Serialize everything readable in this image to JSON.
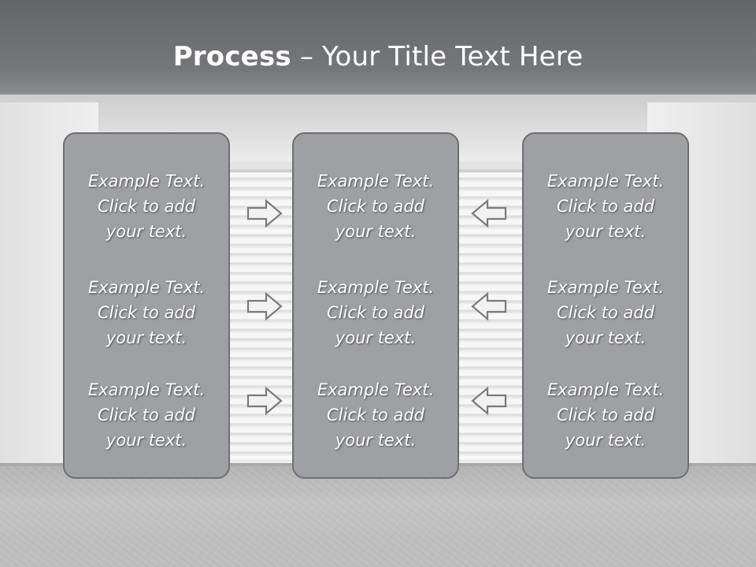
{
  "title": {
    "bold": "Process",
    "rest": " – Your Title Text Here"
  },
  "columns": [
    {
      "items": [
        {
          "line1": "Example Text.",
          "line2": "Click  to add",
          "line3": "your text."
        },
        {
          "line1": "Example Text.",
          "line2": "Click  to add",
          "line3": "your text."
        },
        {
          "line1": "Example Text.",
          "line2": "Click  to add",
          "line3": "your text."
        }
      ]
    },
    {
      "items": [
        {
          "line1": "Example Text.",
          "line2": "Click  to add",
          "line3": "your text."
        },
        {
          "line1": "Example Text.",
          "line2": "Click  to add",
          "line3": "your text."
        },
        {
          "line1": "Example Text.",
          "line2": "Click  to add",
          "line3": "your text."
        }
      ]
    },
    {
      "items": [
        {
          "line1": "Example Text.",
          "line2": "Click  to add",
          "line3": "your text."
        },
        {
          "line1": "Example Text.",
          "line2": "Click  to add",
          "line3": "your text."
        },
        {
          "line1": "Example Text.",
          "line2": "Click  to add",
          "line3": "your text."
        }
      ]
    }
  ],
  "arrows": {
    "left_group": {
      "icon": "arrow-right-icon",
      "direction": "right"
    },
    "right_group": {
      "icon": "arrow-left-icon",
      "direction": "left"
    }
  },
  "colors": {
    "box_fill": "#9fa0a4",
    "box_border": "#6e6f72",
    "text": "#ffffff"
  }
}
